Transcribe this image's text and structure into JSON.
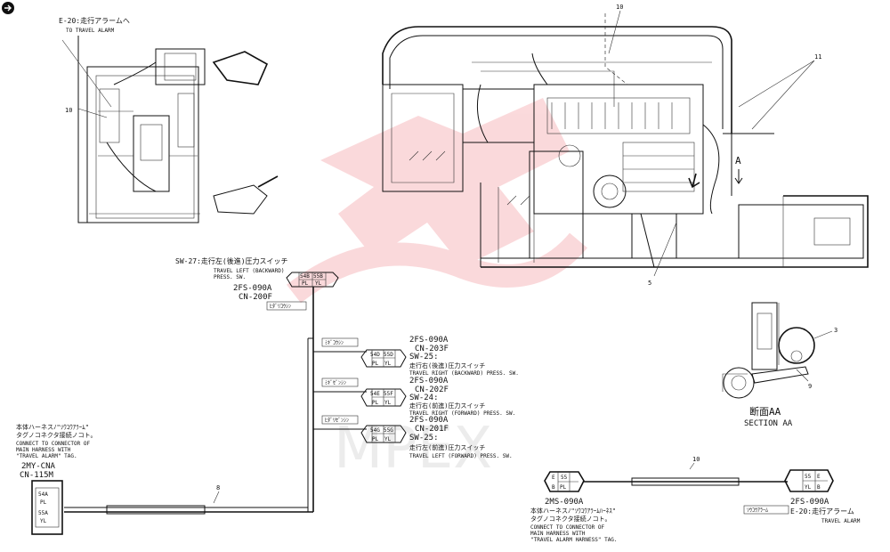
{
  "watermark": {
    "color": "#e8323c",
    "text": "MPEX"
  },
  "e20_top": {
    "line1": "E-20:走行アラームへ",
    "line2": "TO TRAVEL ALARM"
  },
  "callouts": {
    "c10_left": "10",
    "c10_top": "10",
    "c11": "11",
    "c5": "5",
    "c3": "3",
    "c9": "9",
    "c8": "8",
    "c10_bottom": "10"
  },
  "section": {
    "arrow": "A",
    "jp": "断面AA",
    "en": "SECTION AA"
  },
  "sw27": {
    "title": "SW-27:走行左(後進)圧力スイッチ",
    "en1": "TRAVEL LEFT (BACKWARD)",
    "en2": "PRESS. SW.",
    "part": "2FS-090A",
    "cn": "CN-200F",
    "tag": "ﾋﾀﾞﾘｺｳｼﾝ",
    "pins": [
      "54B",
      "55B",
      "PL",
      "YL"
    ]
  },
  "sw25a": {
    "part": "2FS-090A",
    "cn": "CN-203F",
    "title": "SW-25:",
    "jp": "走行右(後進)圧力スイッチ",
    "en": "TRAVEL RIGHT (BACKWARD) PRESS. SW.",
    "tag": "ﾐｷﾞｺｳｼﾝ",
    "pins": [
      "54D",
      "55D",
      "PL",
      "YL"
    ]
  },
  "sw24": {
    "part": "2FS-090A",
    "cn": "CN-202F",
    "title": "SW-24:",
    "jp": "走行右(前進)圧力スイッチ",
    "en": "TRAVEL RIGHT (FORWARD) PRESS. SW.",
    "tag": "ﾐｷﾞｾﾞﾝｼﾝ",
    "pins": [
      "54E",
      "55F",
      "PL",
      "YL"
    ]
  },
  "sw25b": {
    "part": "2FS-090A",
    "cn": "CN-201F",
    "title": "SW-25:",
    "jp": "走行左(前進)圧力スイッチ",
    "en": "TRAVEL LEFT (FORWARD) PRESS. SW.",
    "tag": "ﾋﾀﾞﾘｾﾞﾝｼﾝ",
    "pins": [
      "54G",
      "55G",
      "PL",
      "YL"
    ]
  },
  "left_note": {
    "jp1": "本体ハーネスﾉ\"ｿｳｺｳｱﾗｰﾑ\"",
    "jp2": "タグノコネクタ接続ノコト。",
    "en1": "CONNECT TO CONNECTOR OF",
    "en2": "MAIN HARNESS WITH",
    "en3": "\"TRAVEL ALARM\" TAG.",
    "part": "2MY-CNA",
    "cn": "CN-115M",
    "pins": [
      "54A",
      "PL",
      "55A",
      "YL"
    ]
  },
  "bottom_note": {
    "part": "2MS-090A",
    "jp1": "本体ハーネスﾉ\"ｿｳｺｳｱﾗｰﾑﾊｰﾈｽ\"",
    "jp2": "タグノコネクタ接続ノコト。",
    "en1": "CONNECT TO CONNECTOR OF",
    "en2": "MAIN HARNESS WITH",
    "en3": "\"TRAVEL ALARM HARNESS\" TAG.",
    "pins": [
      "E",
      "55",
      "B",
      "PL"
    ]
  },
  "alarm": {
    "part": "2FS-090A",
    "title": "E-20:走行アラーム",
    "en": "TRAVEL ALARM",
    "tag": "ｿｳｺｳｱﾗｰﾑ",
    "pins": [
      "55",
      "E",
      "YL",
      "B"
    ]
  }
}
